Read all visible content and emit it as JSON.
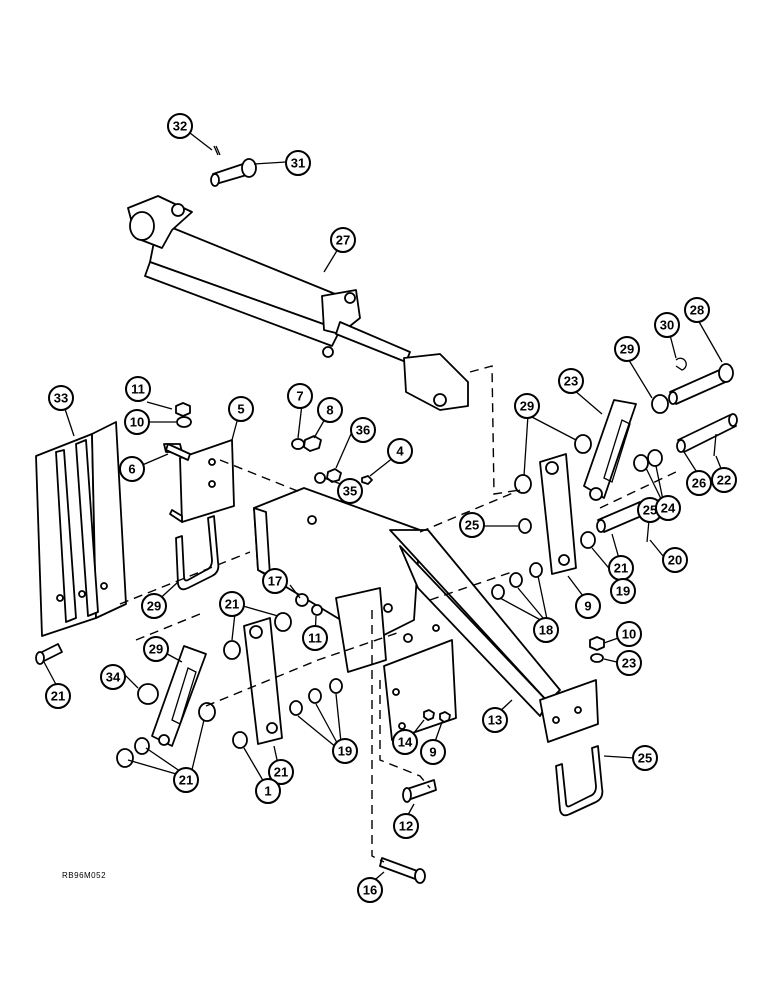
{
  "callouts": [
    "32",
    "31",
    "27",
    "28",
    "30",
    "29",
    "23",
    "29",
    "11",
    "10",
    "33",
    "5",
    "7",
    "8",
    "36",
    "4",
    "35",
    "6",
    "25",
    "25",
    "24",
    "26",
    "22",
    "20",
    "21",
    "19",
    "9",
    "18",
    "29",
    "17",
    "21",
    "11",
    "10",
    "23",
    "29",
    "34",
    "21",
    "19",
    "21",
    "1",
    "13",
    "14",
    "9",
    "25",
    "21",
    "12",
    "16"
  ],
  "drawing_code": "RB96M052"
}
